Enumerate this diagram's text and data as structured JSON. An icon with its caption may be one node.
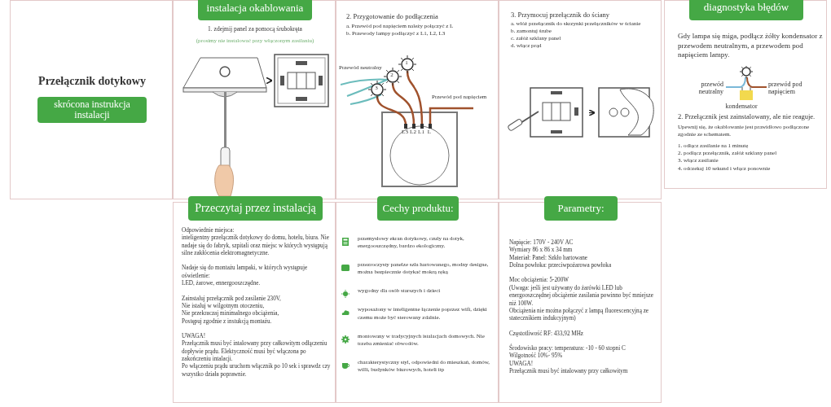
{
  "diagram": {
    "nodes": [
      {
        "text": [
          "Przełącznik dotykowy"
        ]
      },
      {
        "text": [
          "skrócona instrukcja instalacji"
        ],
        "in": 0
      },
      {
        "text": [
          "1. zdejmij panel za pomocą śrubokręta",
          "(prosimy nie instalować przy włączonym zasilaniu)"
        ]
      },
      {
        "text": [
          "instalacja okablowania"
        ],
        "in": 2
      },
      {
        "text": [],
        "shape": "picture",
        "in": 2
      },
      {
        "text": [],
        "shape": "picture",
        "in": 2
      },
      {
        "text": [
          "2. Przygotowanie do podłączenia",
          "a. Przewód pod napięciem należy połączyć z L",
          "b. Przewody lampy podłączyć z L1, L2, L3"
        ]
      },
      {
        "text": [],
        "shape": "picture",
        "in": 6
      },
      {
        "text": [
          "3. Przymocuj przełącznik do ściany",
          "a. włóż przełącznik do skrzynki przełączników w ścianie",
          "b. zamontuj śrube",
          "c. załóż szklany panel",
          "d. włącz prąd"
        ]
      },
      {
        "text": [],
        "shape": "picture",
        "in": 8
      },
      {
        "text": [],
        "shape": "picture",
        "in": 8
      },
      {
        "text": [
          "Gdy lampa się miga, podłącz żółty kondensator z przewodem neutralnym, a przewodem pod napięciem lampy.",
          "2. Przełącznik jest zainstalowany, ale nie reaguje.",
          "Upewnij się, że okablowanie jest prawidłowo podłączone zgodnie ze schematem.",
          "1. odłącz zasilanie na 1 minutę",
          "2. podłącz przełącznik, załóż szklany panel",
          "3. włącz zasilanie",
          "4. odczekaj 10 sekund i włącz ponownie"
        ]
      },
      {
        "text": [
          "diagnostyka błędów"
        ],
        "in": 11
      },
      {
        "text": [],
        "shape": "picture",
        "in": 11
      },
      {
        "text": [
          "Odpowiednie miejsca:",
          "inteligentny przełącznik dotykowy do domu, hotelu, biura. Nie nadaje się do fabryk, szpitali oraz miejsc w których występują silne zakłócenia elektromagnetyczne.",
          "Nadaje się do montażu lampaki, w których występuje oświetlenie:",
          "LED, żarowe, ennergooszczędne.",
          "Zainstaluj przełącznik pod zasilanie 230V,",
          "Nie istaluj w wilgotnym otoczeniu,",
          "Nie przekraczaj minimalnego obciążenia,",
          "Postępuj zgodnie z instukcją montażu.",
          "UWAGA!",
          "Przełącznik musi być intalowany przy całkowitym odłączeniu dopływie prądu. Elektyczność musi być włączona po zakończeniu intalacji.",
          "Po włączeniu prądu uruchom włącznik po 10 sek i sprawdz czy wszystko działa poprawnie."
        ]
      },
      {
        "text": [
          "Przeczytaj przez instalacją"
        ],
        "in": 14
      },
      {
        "text": [
          "przemysłowy ekran dotykowy, czuły na dotyk, energooszczędny, bardzo ekologiczny.",
          "przezroczysty panelze szła hartowanego, modny designe, można bezpiecznie dotykać mokrą ręką",
          "wygodny dla osób starszych i dzieci",
          "wyposażony w inteligentne łączenie poprzez wifi, dzięki czemu może być sterowany zdalnie.",
          "montowany w tradycyjnych istalacjach domowych. Nie trzeba zmieniać obwodów.",
          "charakterystyczny styl, odpowiedni do mieszkań, domów, willi, budynków biurowych, hoteli itp"
        ]
      },
      {
        "text": [
          "Cechy produktu:"
        ],
        "in": 16
      },
      {
        "text": [
          "Napięcie: 170V - 240V AC",
          "Wymiary 86 x 86 x 34 mm",
          "Materiał: Panel: Szkło hartowane",
          "Dolna powłoka: przeciwpożarowa powłoka",
          "Moc obciążenia: 5-200W",
          "(Uwaga: jeśli jest używany do żarówki LED lub energooszczędnej obciążenie zasilania powinno być mniejsze niż 100W.",
          "Obciążenia nie można połączyć z lampą fluorescencyjną ze statecznikiem indukcyjnym)",
          "Częstotliwość RF: 433,92 MHz",
          "Środowisko pracy: temperatura: -10 - 60 stopni C",
          "Wilgotność 10%- 95%",
          "UWAGA!",
          "Przełącznik musi być intalowany przy całkowitym"
        ]
      },
      {
        "text": [
          "Parametry:"
        ],
        "in": 18
      }
    ],
    "edges": [
      {
        "from": 4,
        "to": 5,
        "arrow": "to"
      },
      {
        "from": 9,
        "to": 10,
        "arrow": "to"
      }
    ],
    "labels": [
      "Przewód neutralny",
      "1",
      "2",
      "3",
      "Przewód pod napięciem",
      "L3",
      "L2",
      "L1",
      "L",
      "przewód neutralny",
      "przewód pod napięciem",
      "kondensator"
    ]
  }
}
